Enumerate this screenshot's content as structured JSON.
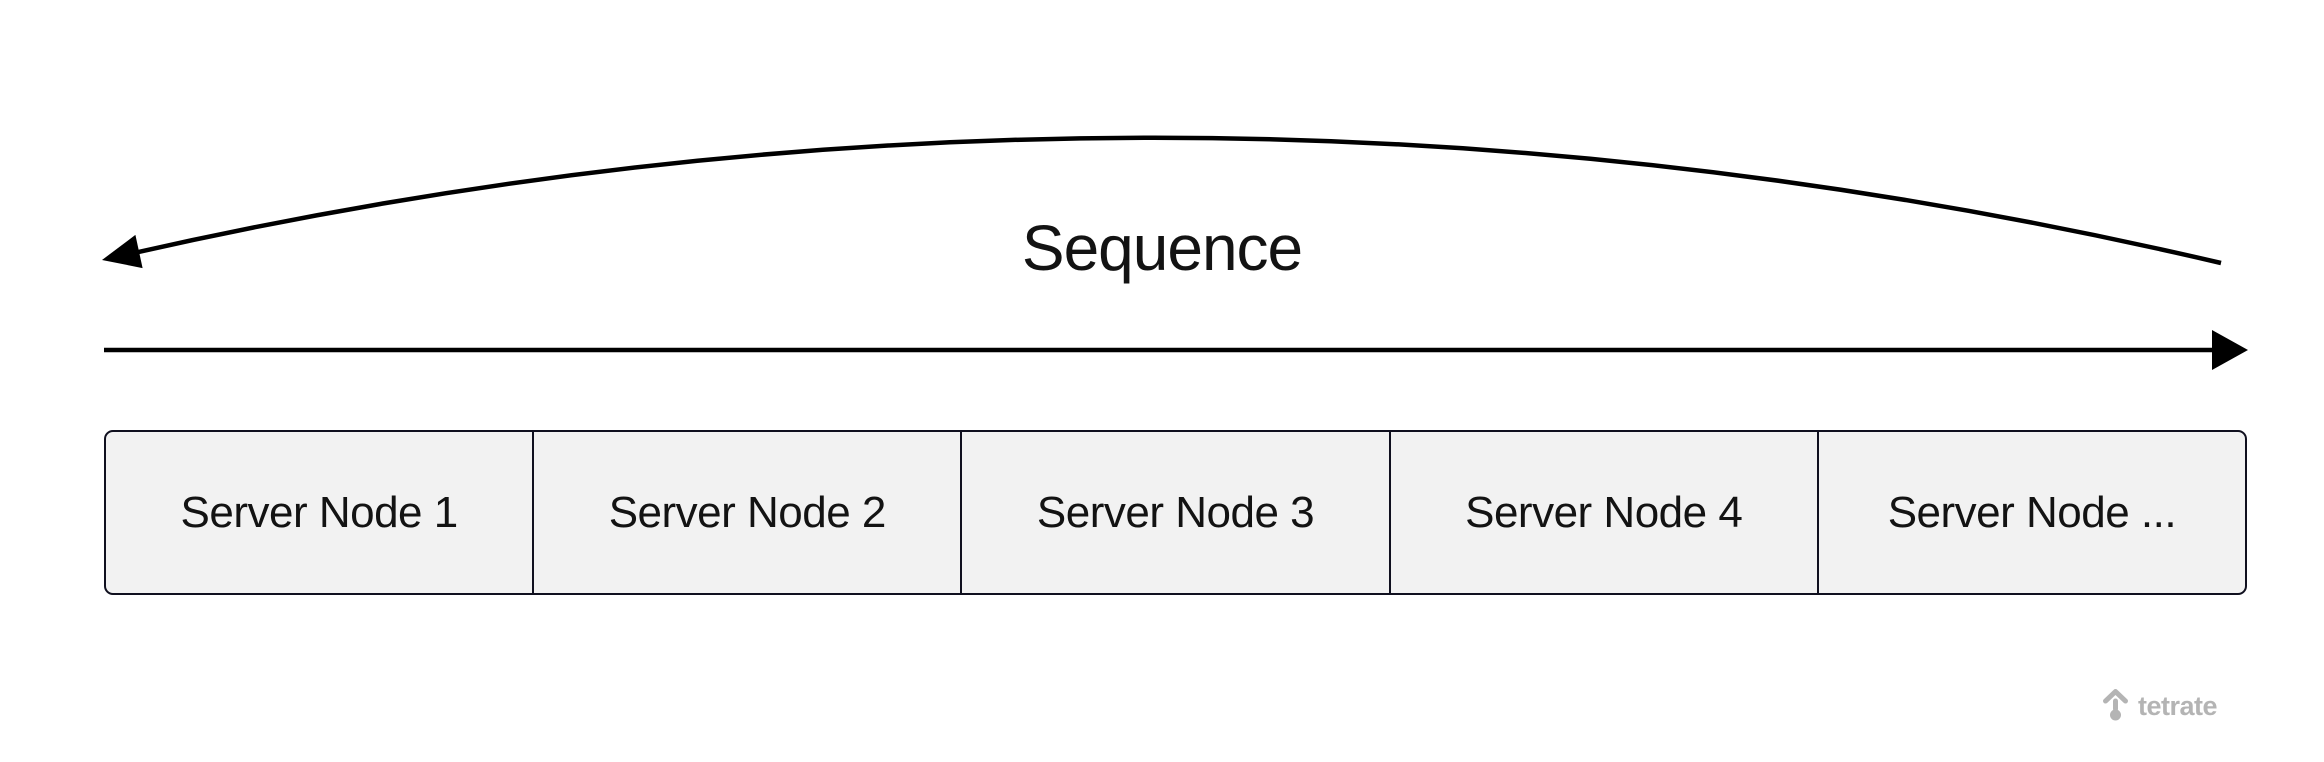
{
  "diagram": {
    "sequence_label": "Sequence",
    "nodes": [
      {
        "label": "Server Node 1"
      },
      {
        "label": "Server Node 2"
      },
      {
        "label": "Server Node 3"
      },
      {
        "label": "Server Node 4"
      },
      {
        "label": "Server Node ..."
      }
    ],
    "colors": {
      "arrow": "#000000",
      "box_fill": "#f2f2f2",
      "box_border": "#10101f",
      "label_text": "#131313",
      "logo_gray": "#b4b4b4"
    }
  },
  "branding": {
    "logo_text": "tetrate",
    "logo_icon": "tetrate-arrow-icon"
  }
}
